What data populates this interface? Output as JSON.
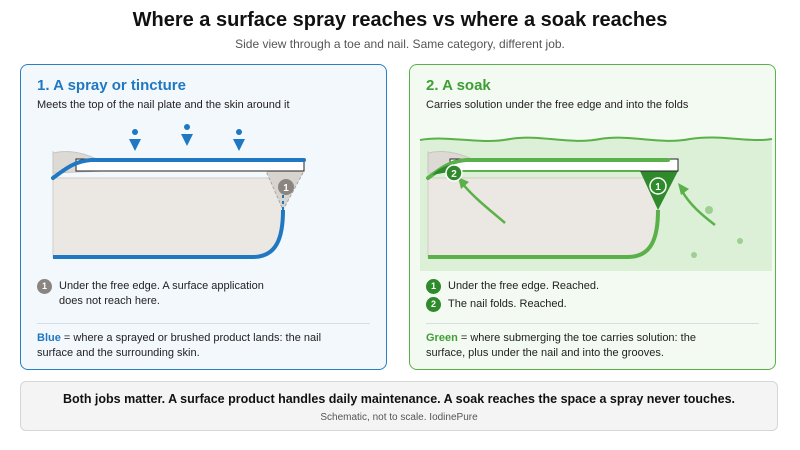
{
  "header": {
    "title": "Where a surface spray reaches vs where a soak reaches",
    "subtitle": "Side view through a toe and nail. Same category, different job."
  },
  "panel_spray": {
    "title": "1. A spray or tincture",
    "description": "Meets the top of the nail plate and the skin around it",
    "marker_1": "1",
    "legend_1_num": "1",
    "legend_1_text": "Under the free edge. A surface application does not reach here.",
    "note_keyword": "Blue",
    "note_text": " = where a sprayed or brushed product lands: the nail surface and the surrounding skin.",
    "color": "#1f78c1"
  },
  "panel_soak": {
    "title": "2. A soak",
    "description": "Carries solution under the free edge and into the folds",
    "marker_1": "1",
    "marker_2": "2",
    "legend_1_num": "1",
    "legend_1_text": "Under the free edge. Reached.",
    "legend_2_num": "2",
    "legend_2_text": "The nail folds. Reached.",
    "note_keyword": "Green",
    "note_text": " = where submerging the toe carries solution: the surface, plus under the nail and into the grooves.",
    "color": "#3f9e36"
  },
  "footer": {
    "main": "Both jobs matter. A surface product handles daily maintenance. A soak reaches the space a spray never touches.",
    "sub": "Schematic, not to scale. IodinePure"
  }
}
